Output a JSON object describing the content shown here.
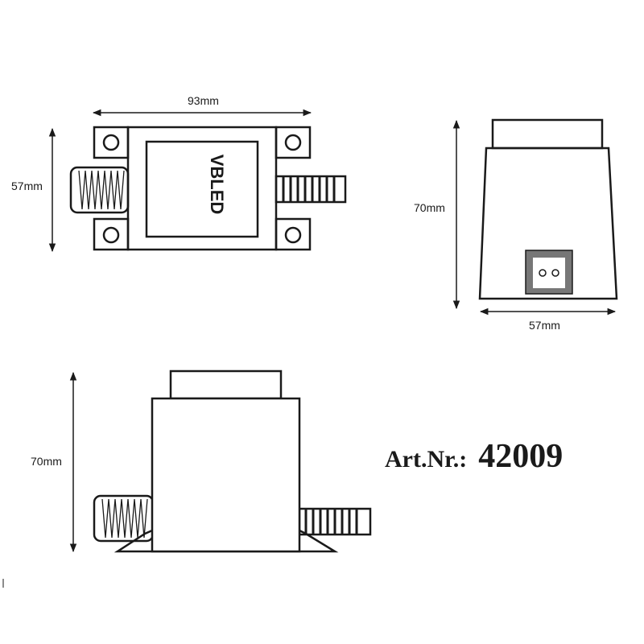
{
  "brand_text": "VBLED",
  "top_view": {
    "width_label": "93mm",
    "height_label": "57mm"
  },
  "side_view": {
    "height_label": "70mm",
    "width_label": "57mm"
  },
  "front_view": {
    "height_label": "70mm"
  },
  "article": {
    "label": "Art.Nr.:",
    "number": "42009"
  },
  "colors": {
    "line": "#1a1a1a",
    "background": "#ffffff",
    "socket_fill": "#777777"
  }
}
